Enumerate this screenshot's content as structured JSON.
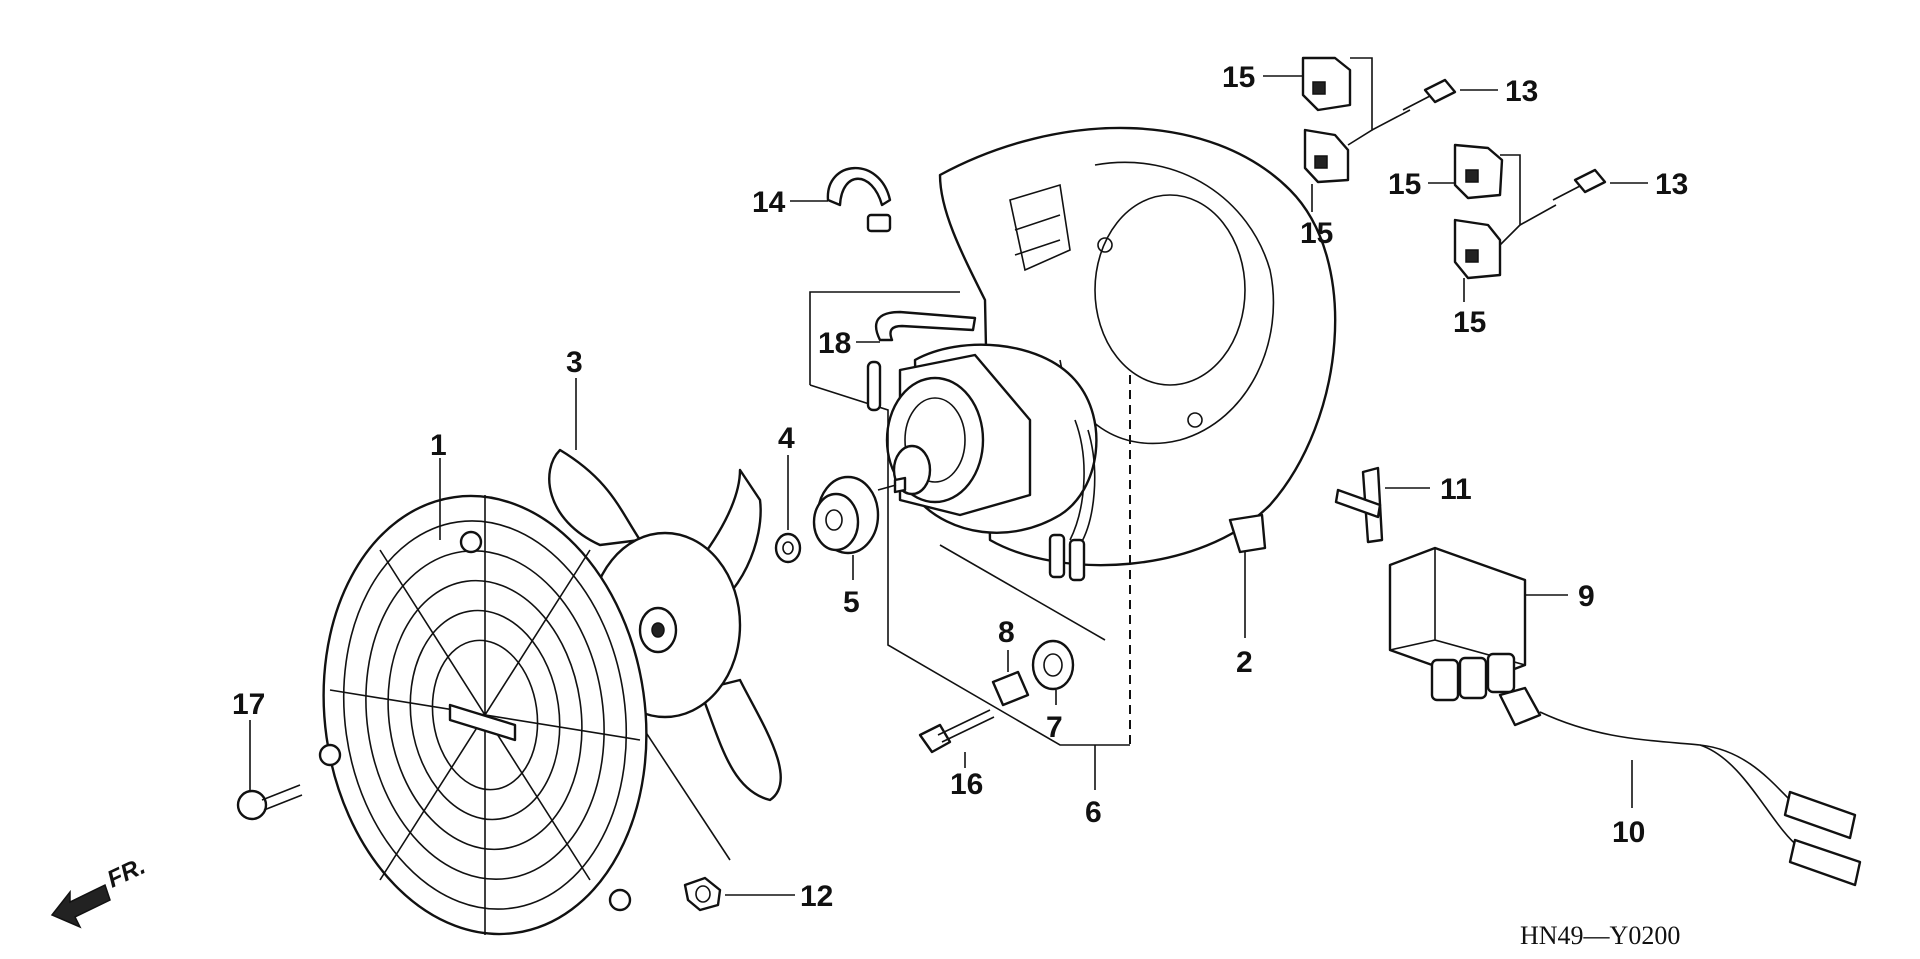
{
  "diagram": {
    "callouts": {
      "c1": "1",
      "c2": "2",
      "c3": "3",
      "c4": "4",
      "c5": "5",
      "c6": "6",
      "c7": "7",
      "c8": "8",
      "c9": "9",
      "c10": "10",
      "c11": "11",
      "c12": "12",
      "c13a": "13",
      "c13b": "13",
      "c14": "14",
      "c15a": "15",
      "c15b": "15",
      "c15c": "15",
      "c15d": "15",
      "c15e": "15",
      "c16": "16",
      "c17": "17",
      "c18": "18"
    },
    "direction_label": "FR.",
    "drawing_code": "HN49—Y0200"
  }
}
